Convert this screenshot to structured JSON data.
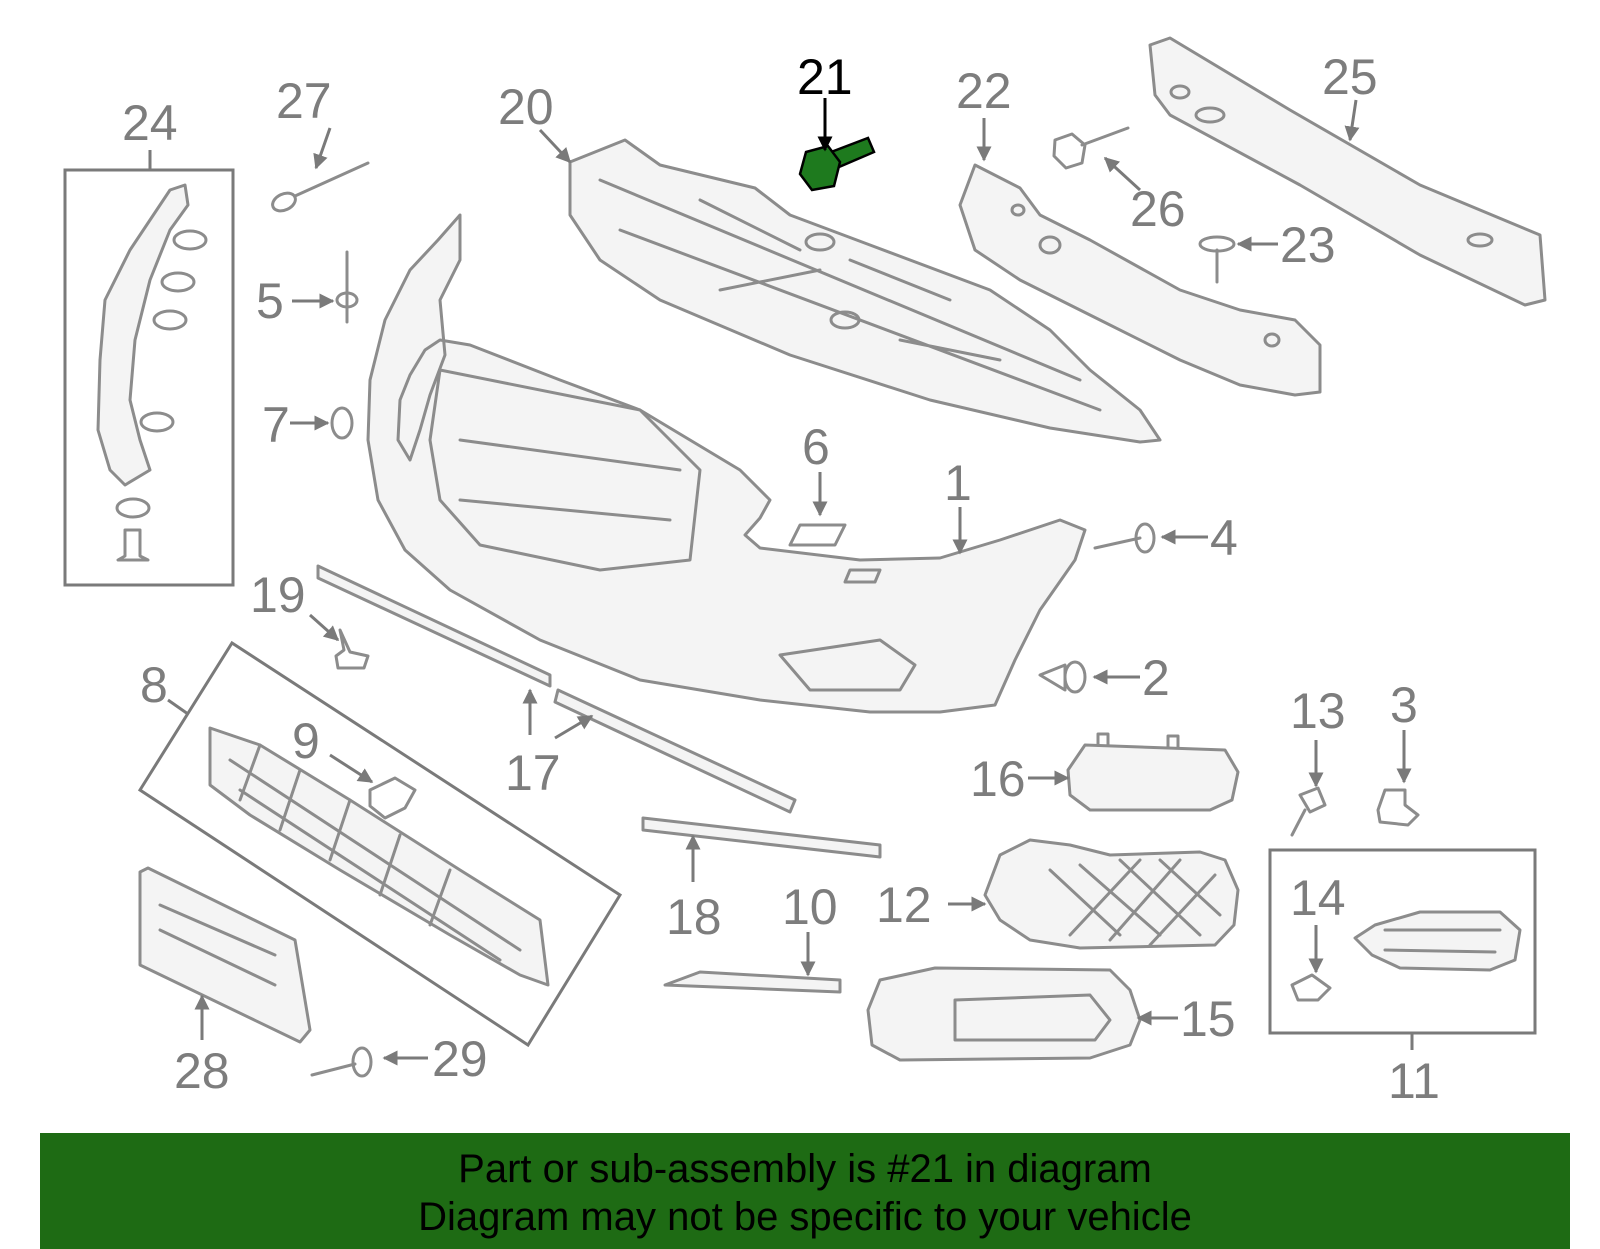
{
  "highlight": {
    "part_number": "21",
    "color": "#1e7a1e"
  },
  "callouts": {
    "c1": "1",
    "c2": "2",
    "c3": "3",
    "c4": "4",
    "c5": "5",
    "c6": "6",
    "c7": "7",
    "c8": "8",
    "c9": "9",
    "c10": "10",
    "c11": "11",
    "c12": "12",
    "c13": "13",
    "c14": "14",
    "c15": "15",
    "c16": "16",
    "c17": "17",
    "c18": "18",
    "c19": "19",
    "c20": "20",
    "c21": "21",
    "c22": "22",
    "c23": "23",
    "c24": "24",
    "c25": "25",
    "c26": "26",
    "c27": "27",
    "c28": "28",
    "c29": "29"
  },
  "banner": {
    "line1": "Part or sub-assembly is #21 in diagram",
    "line2": "Diagram may not be specific to your vehicle",
    "background": "#1e6b14"
  }
}
